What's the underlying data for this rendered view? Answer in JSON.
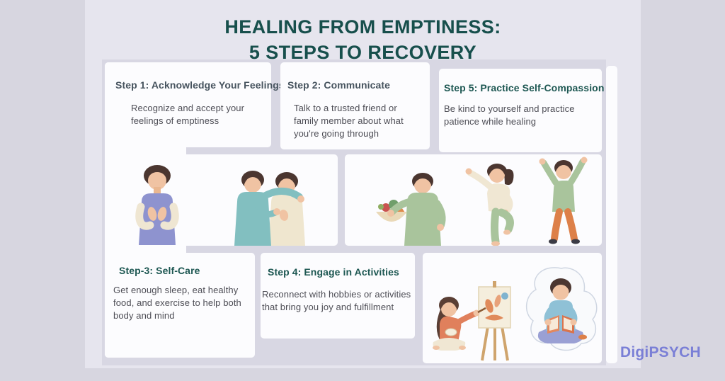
{
  "title": {
    "line1": "HEALING FROM EMPTINESS:",
    "line2": "5 STEPS TO RECOVERY",
    "color": "#174f4c"
  },
  "steps": {
    "step1": {
      "heading": "Step 1: Acknowledge Your Feelings",
      "body": "Recognize and accept your feelings of emptiness"
    },
    "step2": {
      "heading": "Step 2: Communicate",
      "body": "Talk to a trusted friend or family member about what you're going through"
    },
    "step3": {
      "heading": "Step-3: Self-Care",
      "body": "Get enough sleep, eat healthy food, and exercise to help both body and mind"
    },
    "step4": {
      "heading": "Step 4: Engage in Activities",
      "body": "Reconnect with hobbies or activities that bring you joy and fulfillment"
    },
    "step5": {
      "heading": "Step 5: Practice Self-Compassion",
      "body": "Be kind to yourself and practice patience while healing"
    }
  },
  "brand": {
    "name": "DigiPSYCH",
    "color": "#7a7fd6"
  },
  "illustrations": {
    "acknowledge": "person-hands-on-chest-illustration",
    "communicate": "friend-comforting-friend-illustration",
    "selfcare_food": "person-holding-vegetable-basket-illustration",
    "selfcare_exercise": "person-exercise-pose-illustration",
    "selfcare_stretch": "person-stretching-arms-up-illustration",
    "activity_painting": "woman-painting-at-easel-illustration",
    "activity_reading": "person-reading-cross-legged-illustration"
  },
  "colors": {
    "background_outer": "#d7d6e0",
    "background_inner": "#e6e5ee",
    "card": "#fcfcfe",
    "heading_teal": "#1d5752",
    "heading_slate": "#47545f",
    "body_text": "#4d4d55"
  }
}
